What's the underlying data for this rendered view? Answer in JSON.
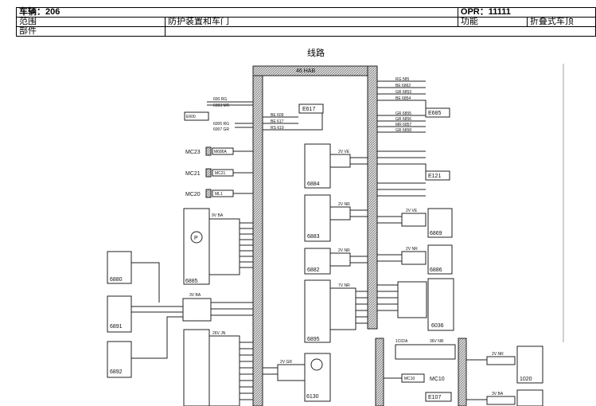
{
  "header": {
    "vehicle_label": "车辆：206",
    "opr_label": "OPR：11111",
    "scope_label": "范围",
    "scope_value": "防护装置和车门",
    "function_label": "功能",
    "function_value": "折叠式车顶",
    "part_label": "部件",
    "part_value": ""
  },
  "section_title": "线路",
  "diagram": {
    "central_label": "46 HAB",
    "connector_labels": [
      "E617",
      "E685",
      "MC23",
      "MC21",
      "MC20",
      "E600",
      "E121"
    ],
    "components": [
      "6884",
      "6883",
      "6882",
      "6895",
      "6885",
      "6880",
      "6891",
      "6892",
      "6130",
      "6869",
      "6886",
      "6036",
      "1020",
      "MC10",
      "E107"
    ],
    "wire_codes_top": [
      "600 RG",
      "6003 MR",
      "6005 RG",
      "6007 GR",
      "BE 609",
      "BE 617",
      "RS 619"
    ],
    "wire_codes_right": [
      "RG 585",
      "BE 6862",
      "GR 6853",
      "BE 6854",
      "GR 6855",
      "GR 6856",
      "MR 6857",
      "GR 6858"
    ],
    "connector_tags": [
      "2V VE",
      "2V NR",
      "2V NR",
      "7V NR",
      "9V BA",
      "3V BA",
      "26V JN",
      "2V GR",
      "2V VE",
      "2V NR",
      "1C02A",
      "36V NR",
      "2V NR",
      "3V BA"
    ]
  }
}
